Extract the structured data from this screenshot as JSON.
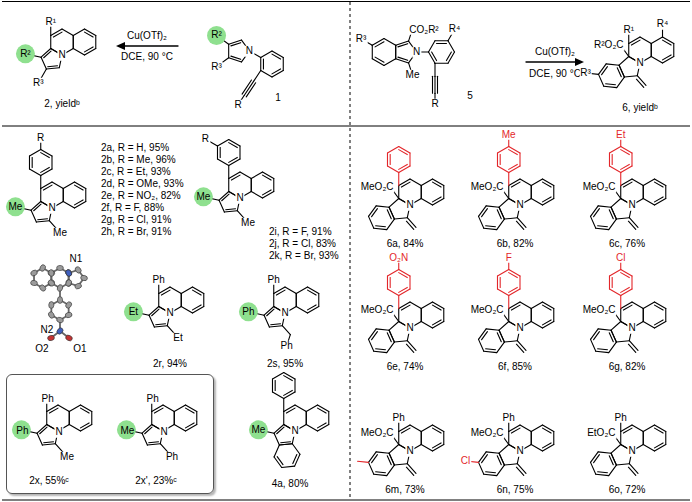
{
  "diagram": {
    "nodes": [
      {
        "text": [
          "Ph",
          "N",
          "Ph",
          "Me",
          "2x, 55%ᶜ",
          "Ph",
          "N",
          "Me",
          "Ph",
          "2x', 23%ᶜ"
        ]
      }
    ],
    "labels": [
      "R¹",
      "N",
      "R²",
      "R³",
      "2, yieldᵇ",
      "Cu(OTf)₂",
      "DCE, 90 °C",
      "N",
      "R²",
      "R³",
      "R",
      "1",
      "CO₂R²",
      "R³",
      "N",
      "Me",
      "R⁴",
      "R",
      "5",
      "Cu(OTf)₂",
      "DCE, 90 °C",
      "R¹",
      "R²O₂C",
      "N",
      "R⁴",
      "R³",
      "6, yieldᵇ",
      "R",
      "N",
      "Me",
      "Me",
      "2a, R = H, 95%",
      "2b, R = Me, 96%",
      "2c, R = Et, 93%",
      "2d, R = OMe, 93%",
      "2e, R = NO₂, 82%",
      "2f, R = F, 88%",
      "2g, R = Cl, 91%",
      "2h, R = Br, 91%",
      "N1",
      "N2",
      "O2",
      "O1",
      "R",
      "N",
      "Me",
      "Me",
      "2i, R = F, 91%",
      "2j, R = Cl, 83%",
      "2k, R = Br, 93%",
      "Ph",
      "N",
      "Et",
      "Et",
      "2r, 94%",
      "Ph",
      "N",
      "Ph",
      "Ph",
      "2s, 95%",
      "N",
      "Me",
      "4a, 80%",
      "MeO₂C",
      "N",
      "6a, 84%",
      "Me",
      "MeO₂C",
      "N",
      "6b, 82%",
      "Et",
      "MeO₂C",
      "N",
      "6c, 76%",
      "O₂N",
      "MeO₂C",
      "N",
      "6e, 74%",
      "F",
      "MeO₂C",
      "N",
      "6f, 85%",
      "Cl",
      "MeO₂C",
      "N",
      "6g, 82%",
      "Ph",
      "MeO₂C",
      "N",
      "6m, 73%",
      "Ph",
      "MeO₂C",
      "N",
      "Cl",
      "6n, 75%",
      "Ph",
      "EtO₂C",
      "N",
      "6o, 72%"
    ]
  }
}
